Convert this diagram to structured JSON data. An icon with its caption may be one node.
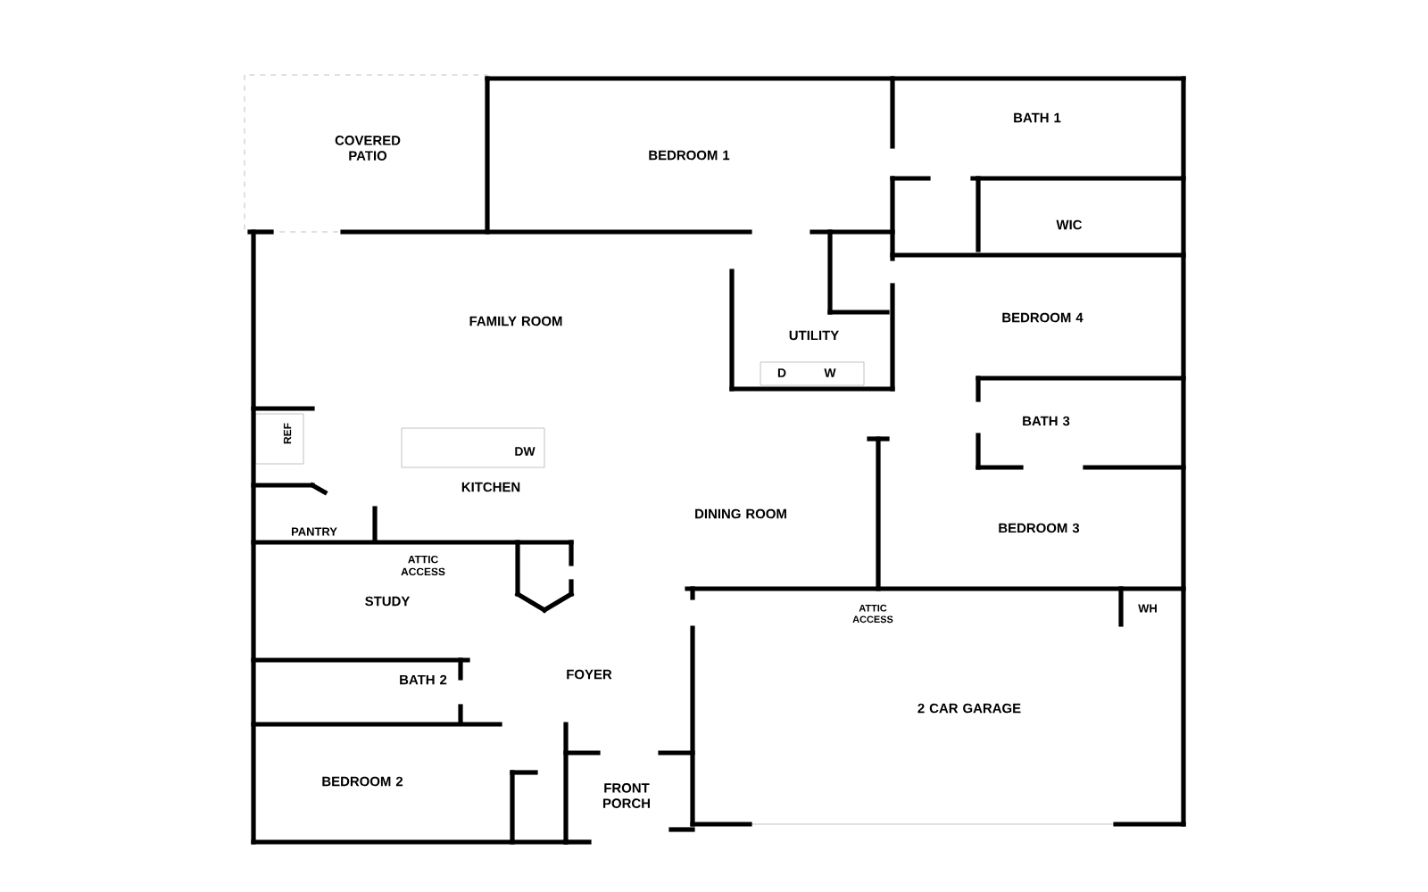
{
  "diagram": {
    "labels": [
      "COVERED PATIO",
      "BEDROOM 1",
      "BATH 1",
      "WIC",
      "FAMILY ROOM",
      "UTILITY",
      "BEDROOM 4",
      "D",
      "W",
      "BATH 3",
      "REF",
      "DW",
      "KITCHEN",
      "DINING ROOM",
      "BEDROOM 3",
      "PANTRY",
      "ATTIC ACCESS",
      "ATTIC ACCESS",
      "WH",
      "STUDY",
      "FOYER",
      "BATH 2",
      "2 CAR GARAGE",
      "BEDROOM 2",
      "FRONT PORCH"
    ]
  }
}
